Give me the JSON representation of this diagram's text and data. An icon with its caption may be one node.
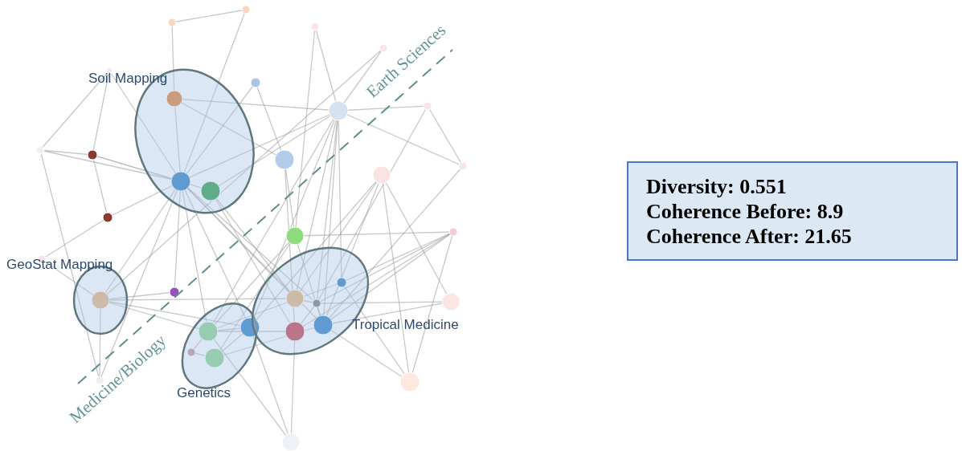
{
  "diagram": {
    "nodes": [
      {
        "text": [
          "Soil Mapping"
        ]
      },
      {
        "text": [
          "GeoStat Mapping"
        ]
      },
      {
        "text": [
          "Genetics"
        ]
      },
      {
        "text": [
          "Tropical Medicine"
        ]
      },
      {
        "text": [
          "Diversity: 0.551",
          "Coherence Before: 8.9",
          "Coherence After: 21.65"
        ]
      }
    ],
    "labels": [
      "Earth Sciences",
      "Medicine/Biology"
    ]
  }
}
